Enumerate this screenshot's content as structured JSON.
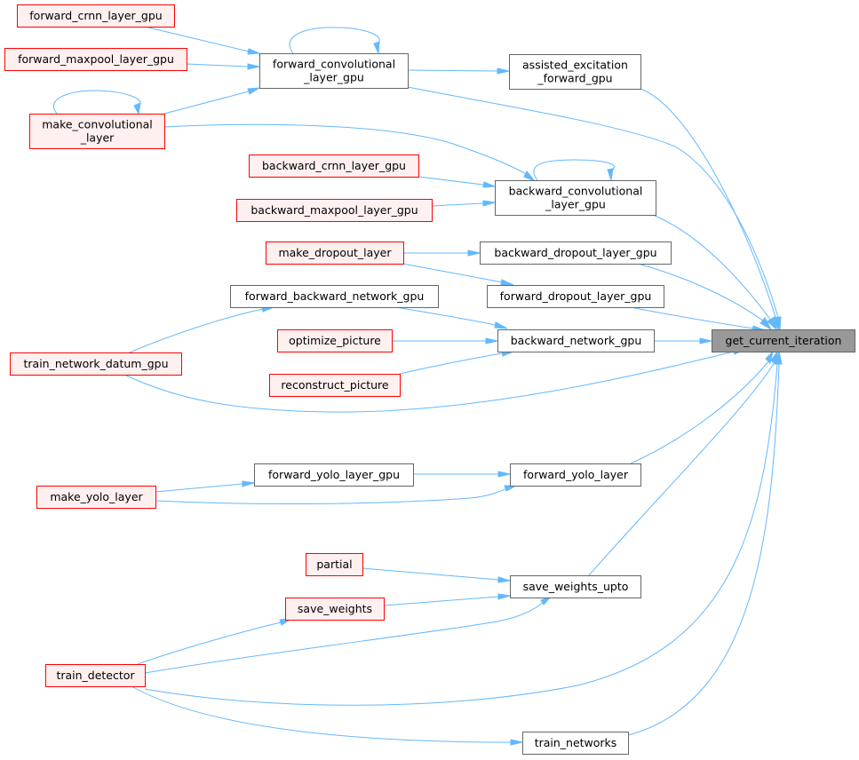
{
  "graph": {
    "nodes": [
      {
        "id": "get_current_iteration",
        "lines": [
          "get_current_iteration"
        ],
        "style": "root",
        "interactable": false
      },
      {
        "id": "assisted_excitation_forward_gpu",
        "lines": [
          "assisted_excitation",
          "_forward_gpu"
        ],
        "style": "normal",
        "interactable": true
      },
      {
        "id": "backward_convolutional_layer_gpu",
        "lines": [
          "backward_convolutional",
          "_layer_gpu"
        ],
        "style": "normal",
        "interactable": true
      },
      {
        "id": "backward_dropout_layer_gpu",
        "lines": [
          "backward_dropout_layer_gpu"
        ],
        "style": "normal",
        "interactable": true
      },
      {
        "id": "forward_dropout_layer_gpu",
        "lines": [
          "forward_dropout_layer_gpu"
        ],
        "style": "normal",
        "interactable": true
      },
      {
        "id": "backward_network_gpu",
        "lines": [
          "backward_network_gpu"
        ],
        "style": "normal",
        "interactable": true
      },
      {
        "id": "forward_yolo_layer",
        "lines": [
          "forward_yolo_layer"
        ],
        "style": "normal",
        "interactable": true
      },
      {
        "id": "save_weights_upto",
        "lines": [
          "save_weights_upto"
        ],
        "style": "normal",
        "interactable": true
      },
      {
        "id": "train_networks",
        "lines": [
          "train_networks"
        ],
        "style": "normal",
        "interactable": true
      },
      {
        "id": "forward_convolutional_layer_gpu",
        "lines": [
          "forward_convolutional",
          "_layer_gpu"
        ],
        "style": "normal",
        "interactable": true
      },
      {
        "id": "forward_backward_network_gpu",
        "lines": [
          "forward_backward_network_gpu"
        ],
        "style": "normal",
        "interactable": true
      },
      {
        "id": "forward_yolo_layer_gpu",
        "lines": [
          "forward_yolo_layer_gpu"
        ],
        "style": "normal",
        "interactable": true
      },
      {
        "id": "forward_crnn_layer_gpu",
        "lines": [
          "forward_crnn_layer_gpu"
        ],
        "style": "trunc",
        "interactable": true
      },
      {
        "id": "forward_maxpool_layer_gpu",
        "lines": [
          "forward_maxpool_layer_gpu"
        ],
        "style": "trunc",
        "interactable": true
      },
      {
        "id": "make_convolutional_layer",
        "lines": [
          "make_convolutional",
          "_layer"
        ],
        "style": "trunc",
        "interactable": true
      },
      {
        "id": "backward_crnn_layer_gpu",
        "lines": [
          "backward_crnn_layer_gpu"
        ],
        "style": "trunc",
        "interactable": true
      },
      {
        "id": "backward_maxpool_layer_gpu",
        "lines": [
          "backward_maxpool_layer_gpu"
        ],
        "style": "trunc",
        "interactable": true
      },
      {
        "id": "make_dropout_layer",
        "lines": [
          "make_dropout_layer"
        ],
        "style": "trunc",
        "interactable": true
      },
      {
        "id": "train_network_datum_gpu",
        "lines": [
          "train_network_datum_gpu"
        ],
        "style": "trunc",
        "interactable": true
      },
      {
        "id": "optimize_picture",
        "lines": [
          "optimize_picture"
        ],
        "style": "trunc",
        "interactable": true
      },
      {
        "id": "reconstruct_picture",
        "lines": [
          "reconstruct_picture"
        ],
        "style": "trunc",
        "interactable": true
      },
      {
        "id": "make_yolo_layer",
        "lines": [
          "make_yolo_layer"
        ],
        "style": "trunc",
        "interactable": true
      },
      {
        "id": "partial",
        "lines": [
          "partial"
        ],
        "style": "trunc",
        "interactable": true
      },
      {
        "id": "save_weights",
        "lines": [
          "save_weights"
        ],
        "style": "trunc",
        "interactable": true
      },
      {
        "id": "train_detector",
        "lines": [
          "train_detector"
        ],
        "style": "trunc",
        "interactable": true
      }
    ],
    "edges": [
      {
        "from": "assisted_excitation_forward_gpu",
        "to": "get_current_iteration"
      },
      {
        "from": "backward_convolutional_layer_gpu",
        "to": "get_current_iteration"
      },
      {
        "from": "backward_dropout_layer_gpu",
        "to": "get_current_iteration"
      },
      {
        "from": "forward_dropout_layer_gpu",
        "to": "get_current_iteration"
      },
      {
        "from": "backward_network_gpu",
        "to": "get_current_iteration"
      },
      {
        "from": "forward_yolo_layer",
        "to": "get_current_iteration"
      },
      {
        "from": "save_weights_upto",
        "to": "get_current_iteration"
      },
      {
        "from": "train_networks",
        "to": "get_current_iteration"
      },
      {
        "from": "forward_convolutional_layer_gpu",
        "to": "get_current_iteration"
      },
      {
        "from": "train_network_datum_gpu",
        "to": "get_current_iteration"
      },
      {
        "from": "train_detector",
        "to": "get_current_iteration"
      },
      {
        "from": "forward_convolutional_layer_gpu",
        "to": "assisted_excitation_forward_gpu"
      },
      {
        "from": "forward_crnn_layer_gpu",
        "to": "forward_convolutional_layer_gpu"
      },
      {
        "from": "forward_maxpool_layer_gpu",
        "to": "forward_convolutional_layer_gpu"
      },
      {
        "from": "make_convolutional_layer",
        "to": "forward_convolutional_layer_gpu"
      },
      {
        "from": "forward_convolutional_layer_gpu",
        "to": "forward_convolutional_layer_gpu"
      },
      {
        "from": "make_convolutional_layer",
        "to": "make_convolutional_layer"
      },
      {
        "from": "backward_crnn_layer_gpu",
        "to": "backward_convolutional_layer_gpu"
      },
      {
        "from": "backward_maxpool_layer_gpu",
        "to": "backward_convolutional_layer_gpu"
      },
      {
        "from": "make_convolutional_layer",
        "to": "backward_convolutional_layer_gpu"
      },
      {
        "from": "backward_convolutional_layer_gpu",
        "to": "backward_convolutional_layer_gpu"
      },
      {
        "from": "make_dropout_layer",
        "to": "backward_dropout_layer_gpu"
      },
      {
        "from": "make_dropout_layer",
        "to": "forward_dropout_layer_gpu"
      },
      {
        "from": "forward_backward_network_gpu",
        "to": "backward_network_gpu"
      },
      {
        "from": "optimize_picture",
        "to": "backward_network_gpu"
      },
      {
        "from": "reconstruct_picture",
        "to": "backward_network_gpu"
      },
      {
        "from": "train_network_datum_gpu",
        "to": "forward_backward_network_gpu"
      },
      {
        "from": "forward_yolo_layer_gpu",
        "to": "forward_yolo_layer"
      },
      {
        "from": "make_yolo_layer",
        "to": "forward_yolo_layer"
      },
      {
        "from": "make_yolo_layer",
        "to": "forward_yolo_layer_gpu"
      },
      {
        "from": "partial",
        "to": "save_weights_upto"
      },
      {
        "from": "save_weights",
        "to": "save_weights_upto"
      },
      {
        "from": "train_detector",
        "to": "save_weights_upto"
      },
      {
        "from": "train_detector",
        "to": "save_weights"
      },
      {
        "from": "train_detector",
        "to": "train_networks"
      }
    ],
    "colors": {
      "edge": "#63b8ff",
      "root_fill": "#999999",
      "root_stroke": "#666666",
      "normal_fill": "#ffffff",
      "normal_stroke": "#666666",
      "trunc_fill": "#fff0f0",
      "trunc_stroke": "#ff0000"
    }
  }
}
